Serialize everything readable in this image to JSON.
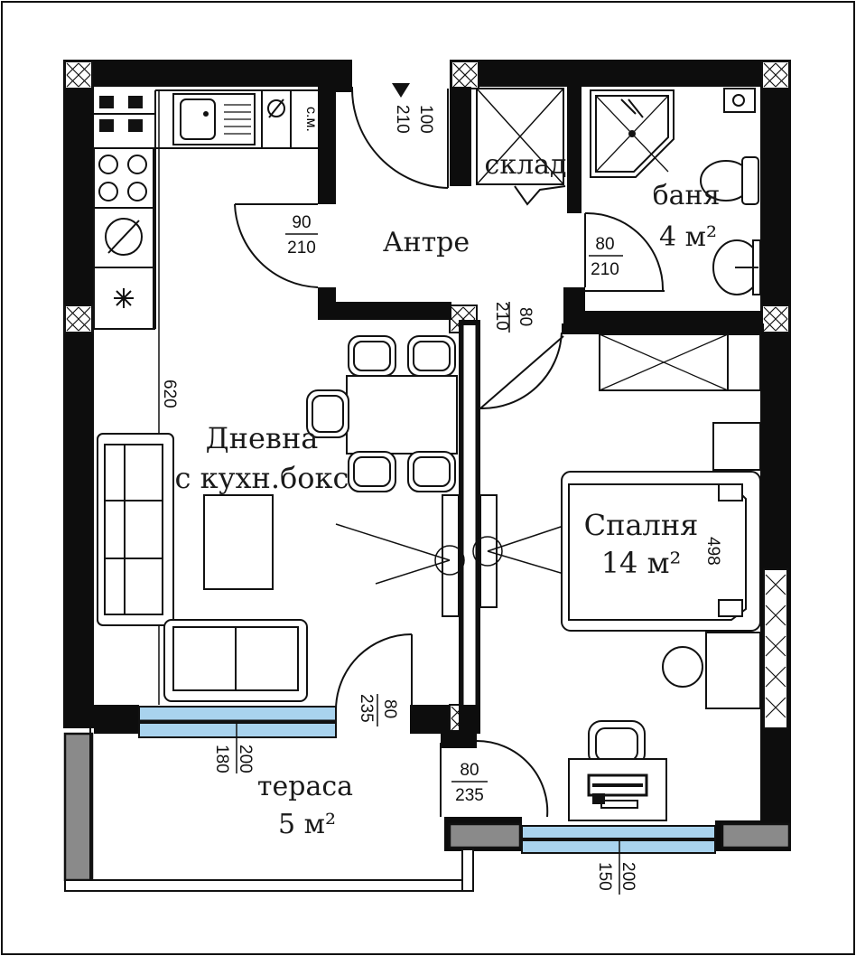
{
  "rooms": {
    "living": {
      "line1": "Дневна",
      "line2": "с кухн.бокс"
    },
    "hall": {
      "label": "Антре"
    },
    "storage": {
      "label": "склад"
    },
    "bathroom": {
      "label": "баня",
      "area": "4 м²"
    },
    "bedroom": {
      "label": "Спалня",
      "area": "14 м²"
    },
    "terrace": {
      "label": "тераса",
      "area": "5 м²"
    }
  },
  "kitchen": {
    "fridge_label": "с.м."
  },
  "dimensions": {
    "entry_door": {
      "width": "100",
      "height": "210"
    },
    "living_door": {
      "width": "90",
      "height": "210"
    },
    "bath_door": {
      "width": "80",
      "height": "210"
    },
    "bedroom_door": {
      "width": "80",
      "height": "210"
    },
    "living_terrace_door": {
      "width": "80",
      "height": "235"
    },
    "bedroom_terrace_door": {
      "width": "80",
      "height": "235"
    },
    "living_window": {
      "width": "200",
      "height": "180"
    },
    "bedroom_window": {
      "width": "200",
      "height": "150"
    },
    "living_wall_length": "620",
    "bedroom_wall_length": "498"
  },
  "colors": {
    "wall": "#0d0d0d",
    "partition": "#8a8a8a",
    "glass": "#a9d3ee"
  }
}
